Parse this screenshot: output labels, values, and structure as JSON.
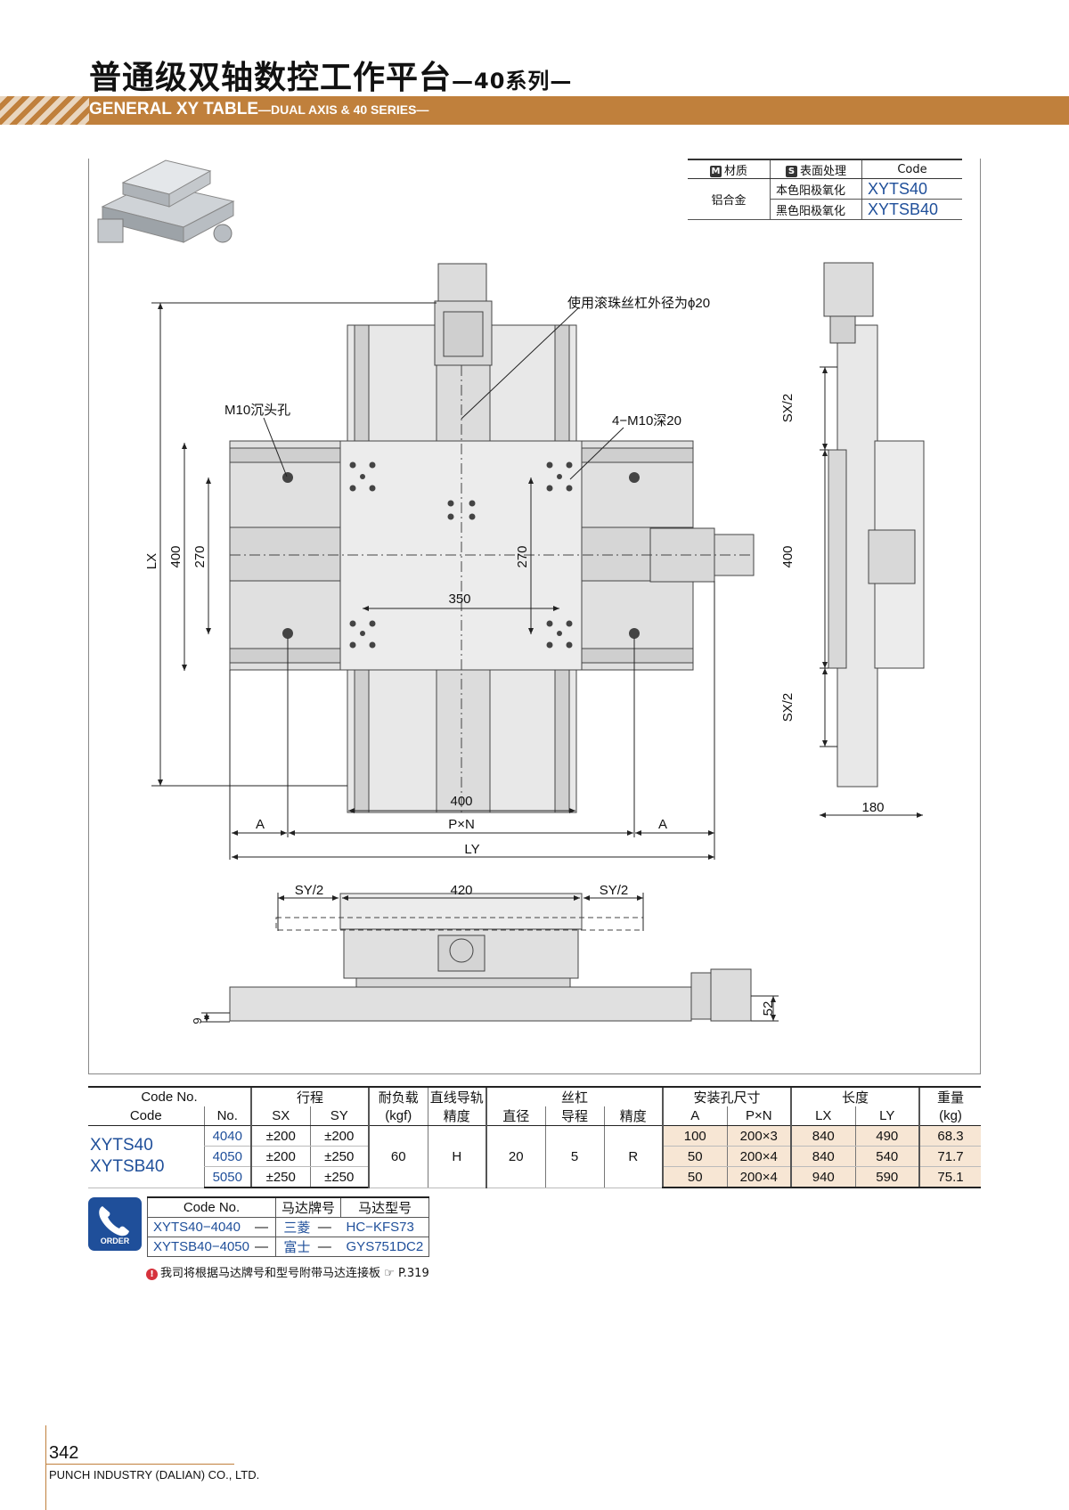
{
  "header": {
    "title_cn": "普通级双轴数控工作平台",
    "title_cn_suffix": "—40系列—",
    "title_en": "GENERAL XY TABLE",
    "title_en_suffix": "—DUAL AXIS & 40 SERIES—"
  },
  "material_table": {
    "headers": {
      "m_tag": "M",
      "material": "材质",
      "s_tag": "S",
      "surface": "表面处理",
      "code": "Code"
    },
    "material": "铝合金",
    "rows": [
      {
        "surface": "本色阳极氧化",
        "code": "XYTS40"
      },
      {
        "surface": "黑色阳极氧化",
        "code": "XYTSB40"
      }
    ]
  },
  "drawing": {
    "labels": {
      "ball_screw": "使用滚珠丝杠外径为ϕ20",
      "counterbore": "M10沉头孔",
      "tapped_holes": "4−M10深20",
      "dim_lx": "LX",
      "dim_400_v": "400",
      "dim_270_l": "270",
      "dim_270_c": "270",
      "dim_350": "350",
      "dim_400_h": "400",
      "dim_a_left": "A",
      "dim_pxn": "P×N",
      "dim_a_right": "A",
      "dim_ly": "LY",
      "dim_sx2_top": "SX/2",
      "dim_400_side": "400",
      "dim_sx2_bottom": "SX/2",
      "dim_180": "180",
      "dim_sy2_left": "SY/2",
      "dim_420": "420",
      "dim_sy2_right": "SY/2",
      "dim_9": "9",
      "dim_52": "52"
    }
  },
  "spec_table": {
    "header_row1": {
      "code_no": "Code No.",
      "stroke": "行程",
      "load": "耐负载",
      "guide": "直线导轨",
      "screw": "丝杠",
      "mount": "安装孔尺寸",
      "length": "长度",
      "weight": "重量"
    },
    "header_row2": {
      "code": "Code",
      "no": "No.",
      "sx": "SX",
      "sy": "SY",
      "load_unit": "(kgf)",
      "guide_acc": "精度",
      "diameter": "直径",
      "lead": "导程",
      "screw_acc": "精度",
      "a": "A",
      "pxn": "P×N",
      "lx": "LX",
      "ly": "LY",
      "weight_unit": "(kg)"
    },
    "codes": [
      "XYTS40",
      "XYTSB40"
    ],
    "shared": {
      "load": "60",
      "guide_acc": "H",
      "diameter": "20",
      "lead": "5",
      "screw_acc": "R"
    },
    "rows": [
      {
        "no": "4040",
        "sx": "±200",
        "sy": "±200",
        "a": "100",
        "pxn": "200×3",
        "lx": "840",
        "ly": "490",
        "weight": "68.3"
      },
      {
        "no": "4050",
        "sx": "±200",
        "sy": "±250",
        "a": "50",
        "pxn": "200×4",
        "lx": "840",
        "ly": "540",
        "weight": "71.7"
      },
      {
        "no": "5050",
        "sx": "±250",
        "sy": "±250",
        "a": "50",
        "pxn": "200×4",
        "lx": "940",
        "ly": "590",
        "weight": "75.1"
      }
    ]
  },
  "order": {
    "icon_label": "ORDER",
    "headers": {
      "code_no": "Code No.",
      "brand": "马达牌号",
      "model": "马达型号"
    },
    "rows": [
      {
        "code": "XYTS40−4040",
        "dash1": "—",
        "brand": "三菱",
        "dash2": "—",
        "model": "HC−KFS73"
      },
      {
        "code": "XYTSB40−4050",
        "dash1": "—",
        "brand": "富士",
        "dash2": "—",
        "model": "GYS751DC2"
      }
    ],
    "note": "我司将根据马达牌号和型号附带马达连接板",
    "note_ref": "P.319",
    "note_warn": "!",
    "note_ref_icon": "☞"
  },
  "footer": {
    "page_number": "342",
    "company": "PUNCH INDUSTRY (DALIAN) CO., LTD."
  },
  "colors": {
    "band": "#c0803c",
    "code_blue": "#1f4f9a",
    "row_shade": "#f7e6d4",
    "warn_red": "#d6323c"
  }
}
